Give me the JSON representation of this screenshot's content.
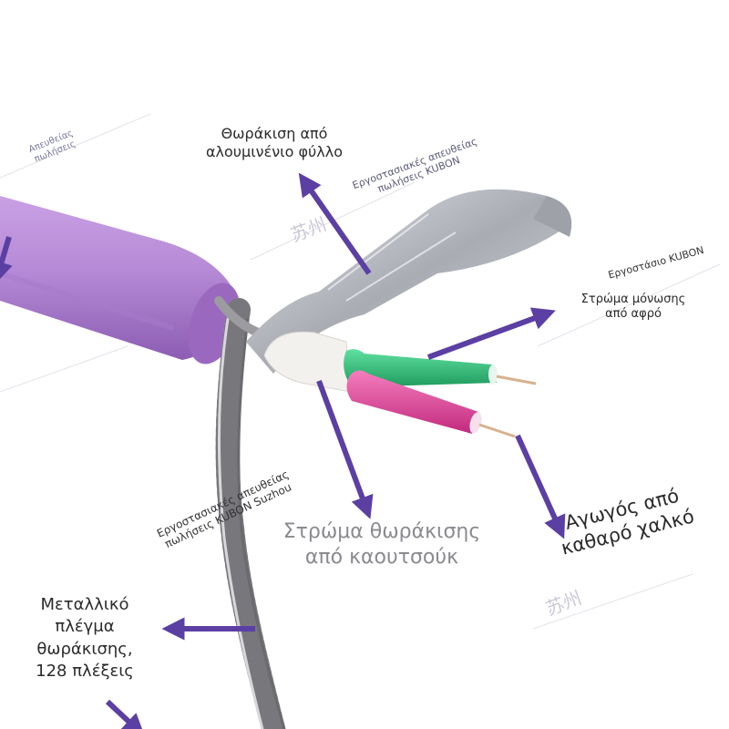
{
  "labels": {
    "foil_shield": [
      "Θωράκιση από",
      "αλουμινένιο φύλλο"
    ],
    "foam_insulation": [
      "Στρώμα μόνωσης",
      "από αφρό"
    ],
    "rubber_shield": [
      "Στρώμα θωράκισης",
      "από καουτσούκ"
    ],
    "copper_conductor": [
      "Αγωγός από",
      "καθαρό χαλκό"
    ],
    "metal_braid": [
      "Μεταλλικό",
      "πλέγμα",
      "θωράκισης,",
      "128 πλέξεις"
    ]
  },
  "watermarks": {
    "top_left": [
      "Απευθείας",
      "πωλήσεις"
    ],
    "top_center": [
      "Εργοστασιακές απευθείας",
      "πωλήσεις KUBON"
    ],
    "right": "Εργοστάσιο KUBON",
    "bottom_left": [
      "Εργοστασιακές απευθείας",
      "πωλήσεις KUBON Suzhou"
    ],
    "cjk_1": "苏州",
    "cjk_2": "苏州"
  },
  "colors": {
    "background": "#ffffff",
    "jacket": "#b98ad6",
    "jacket_shadow": "#8f5fb4",
    "arrow": "#5b3fa3",
    "foil": "#b9bcc4",
    "braid": "#8e8e93",
    "green_wire": "#2fbf7a",
    "pink_wire": "#e0449a",
    "foam": "#f3f1ee",
    "copper": "#d7b28e"
  }
}
